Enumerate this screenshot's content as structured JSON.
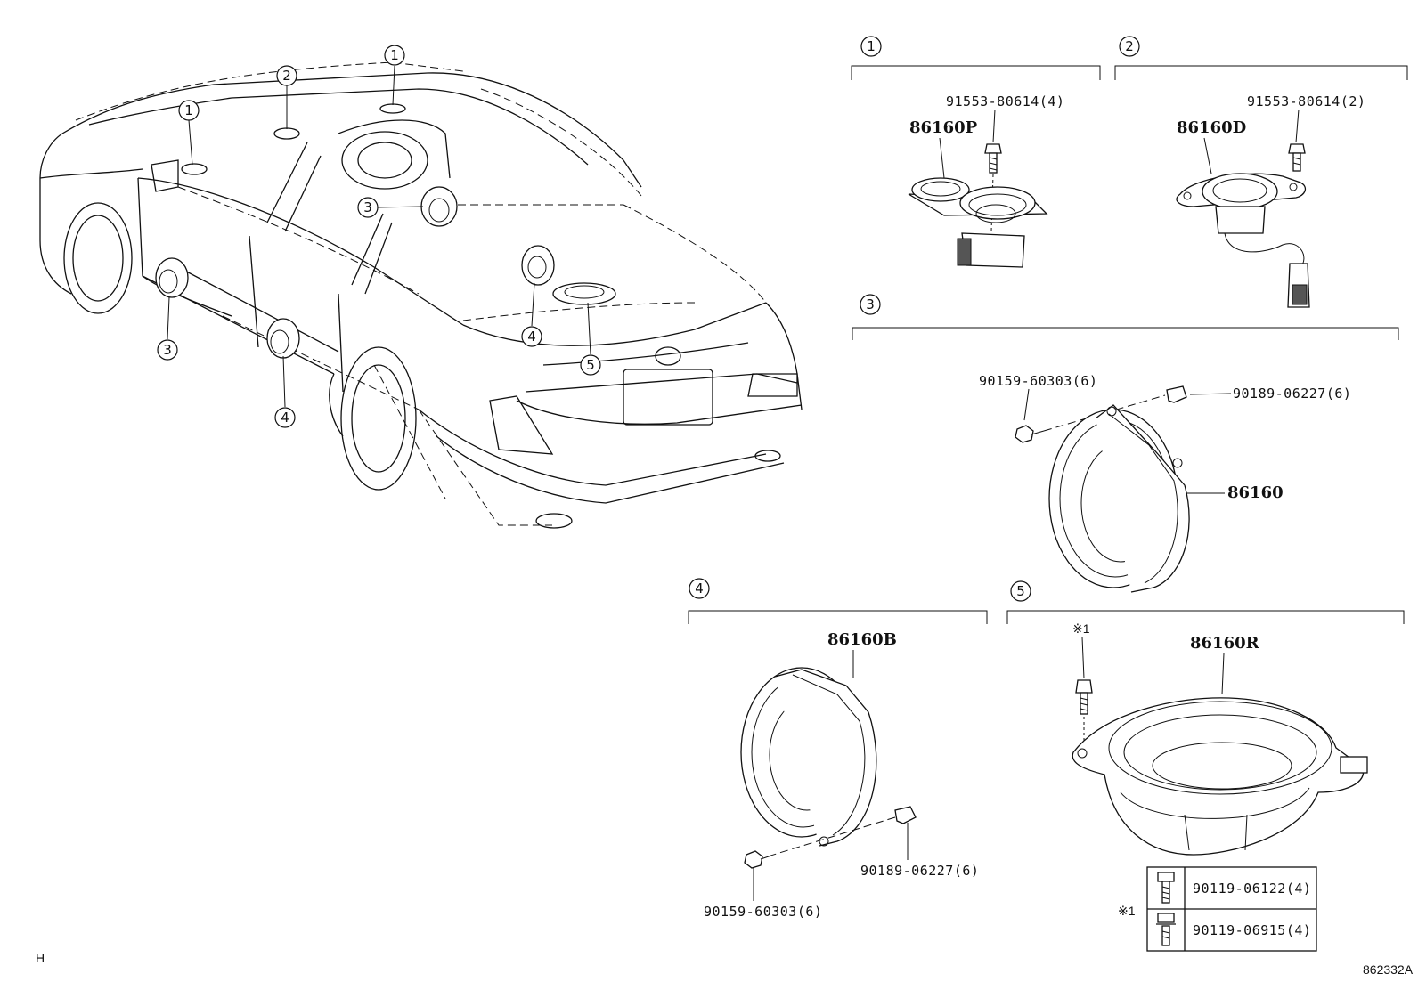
{
  "callout_numbers": [
    "1",
    "2",
    "3",
    "4",
    "5"
  ],
  "groups": {
    "g1": {
      "number": "1",
      "part": "86160P",
      "screw": "91553-80614(4)"
    },
    "g2": {
      "number": "2",
      "part": "86160D",
      "screw": "91553-80614(2)"
    },
    "g3": {
      "number": "3",
      "part": "86160",
      "screw": "90159-60303(6)",
      "nut": "90189-06227(6)"
    },
    "g4": {
      "number": "4",
      "part": "86160B",
      "screw": "90159-60303(6)",
      "nut": "90189-06227(6)"
    },
    "g5": {
      "number": "5",
      "part": "86160R",
      "note_mark": "※1",
      "table": {
        "mark": "※1",
        "rows": [
          {
            "part": "90119-06122(4)"
          },
          {
            "part": "90119-06915(4)"
          }
        ]
      }
    }
  },
  "corner_mark": "H",
  "diagram_ref": "862332A",
  "icons": [
    "bolt-icon",
    "flange-bolt-icon"
  ]
}
